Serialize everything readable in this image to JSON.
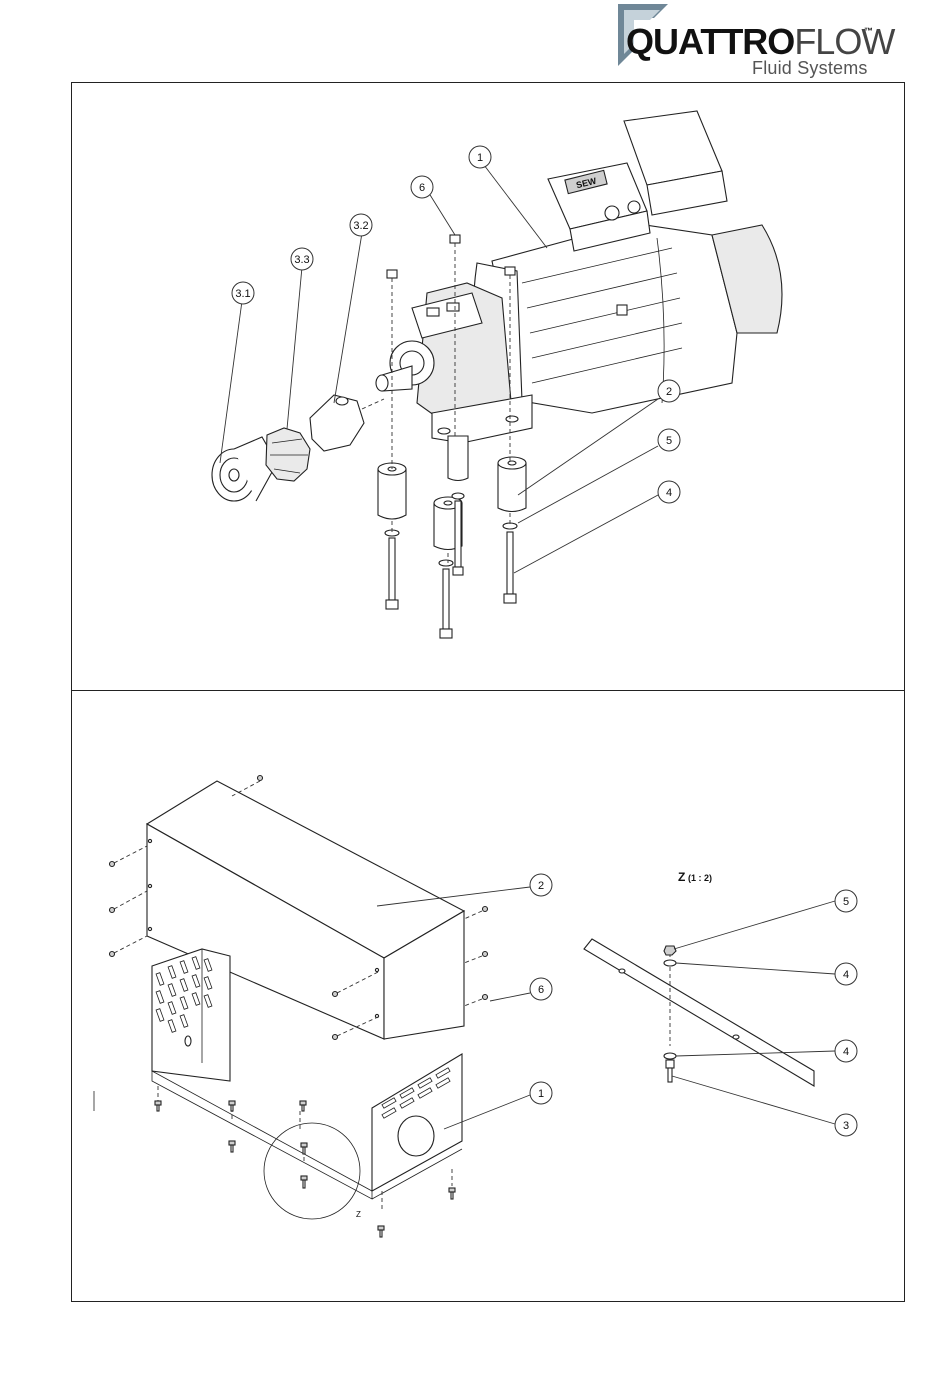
{
  "logo": {
    "brand_bold": "QUATTRO",
    "brand_light": "FLOW",
    "trademark": "™",
    "subtitle": "Fluid Systems"
  },
  "motor_plate_text": "SEW",
  "top_callouts": [
    "1",
    "6",
    "3.2",
    "3.3",
    "3.1",
    "2",
    "5",
    "4"
  ],
  "bottom_callouts": [
    "2",
    "6",
    "1"
  ],
  "detail": {
    "title": "Z",
    "scale": "(1 : 2)",
    "marker": "Z",
    "callouts": [
      "5",
      "4",
      "4",
      "3"
    ]
  }
}
